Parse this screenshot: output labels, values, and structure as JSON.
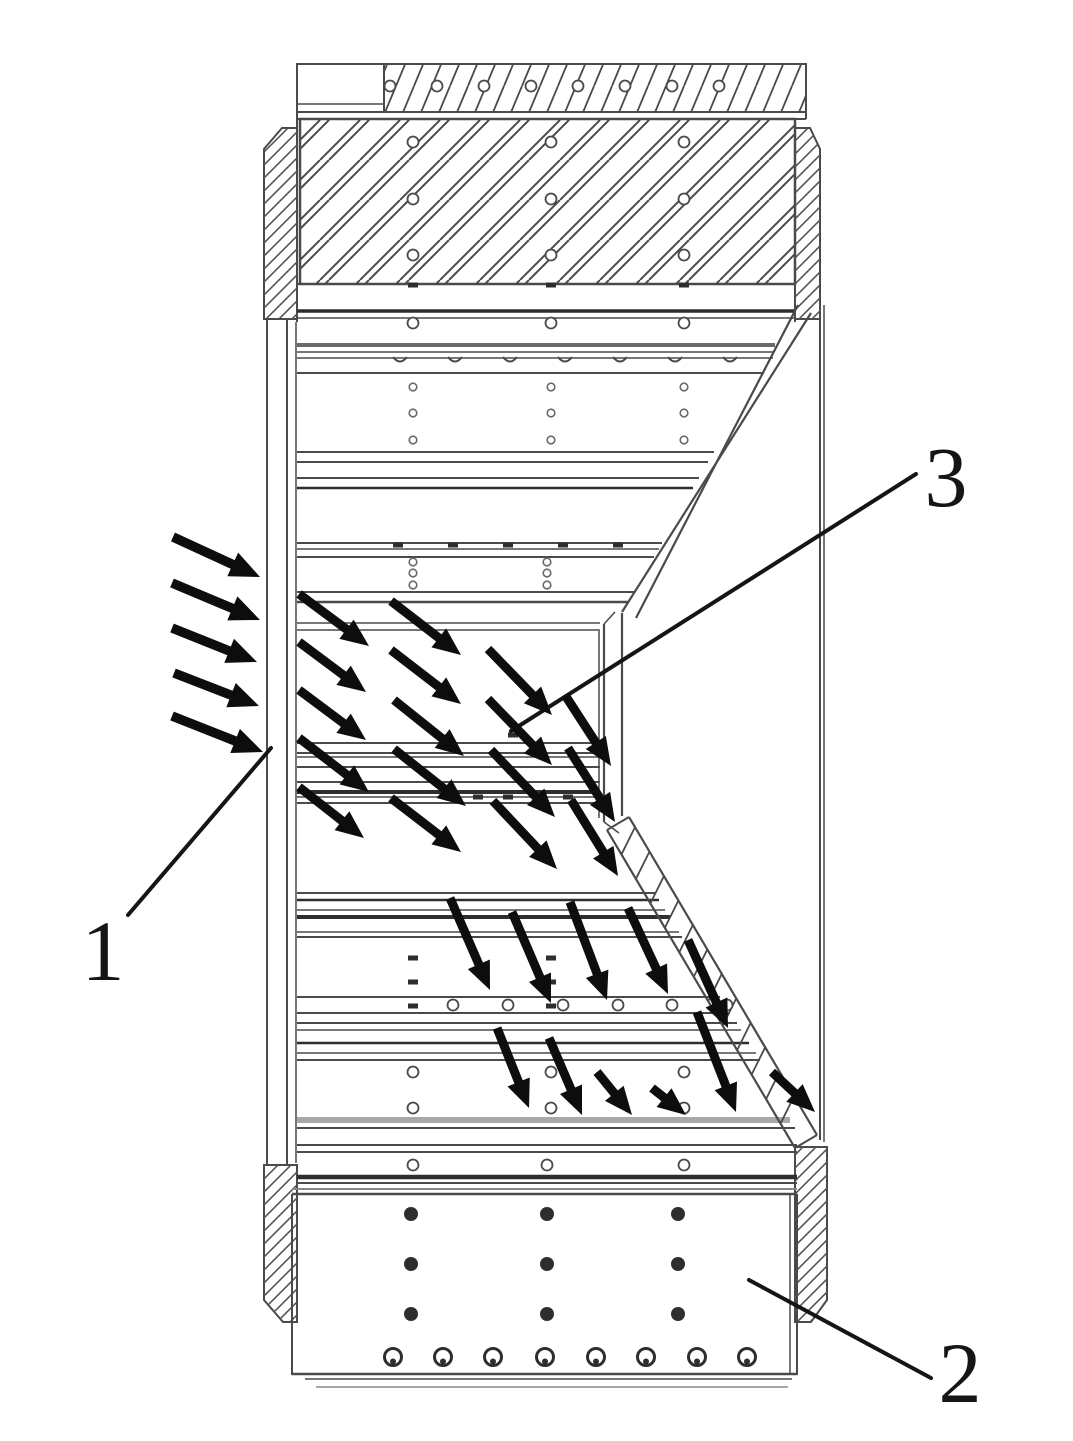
{
  "figure": {
    "kind": "engineering-cross-section-diagram",
    "colors": {
      "line": "#4a4a4a",
      "dark": "#2e2e2e",
      "gray": "#a8a8a8",
      "mid": "#6a6a6a",
      "arrow": "#0d0d0d",
      "label": "#151515",
      "bg": "#ffffff"
    },
    "labels": [
      {
        "text": "1"
      },
      {
        "text": "2"
      },
      {
        "text": "3"
      }
    ],
    "louvers": [
      [
        284,
        795,
        2,
        "n"
      ],
      [
        311,
        795,
        3.5,
        "d"
      ],
      [
        318,
        795,
        1.5,
        "n"
      ],
      [
        345,
        775,
        4,
        "h"
      ],
      [
        352,
        774,
        1.5,
        "n"
      ],
      [
        358,
        773,
        1.5,
        "n"
      ],
      [
        373,
        764,
        2,
        "n"
      ],
      [
        452,
        714,
        2,
        "n"
      ],
      [
        462,
        708,
        2,
        "n"
      ],
      [
        478,
        699,
        2,
        "n"
      ],
      [
        488,
        693,
        2.5,
        "d"
      ],
      [
        543,
        662,
        2,
        "n"
      ],
      [
        549,
        659,
        1.5,
        "n"
      ],
      [
        557,
        654,
        2,
        "n"
      ],
      [
        592,
        634,
        2,
        "n"
      ],
      [
        602,
        628,
        2.5,
        "n"
      ],
      [
        623,
        600,
        1.5,
        "n"
      ],
      [
        630,
        600,
        1.5,
        "n"
      ],
      [
        743,
        600,
        2,
        "n"
      ],
      [
        753,
        600,
        2,
        "n"
      ],
      [
        757,
        600,
        1.5,
        "n"
      ],
      [
        767,
        600,
        2,
        "n"
      ],
      [
        782,
        600,
        2,
        "n"
      ],
      [
        792,
        600,
        4,
        "d"
      ],
      [
        797,
        600,
        1.5,
        "n"
      ],
      [
        803,
        600,
        2,
        "n"
      ],
      [
        893,
        655,
        2,
        "n"
      ],
      [
        900,
        659,
        2.5,
        "d"
      ],
      [
        910,
        665,
        1.5,
        "n"
      ],
      [
        917,
        670,
        4,
        "d"
      ],
      [
        932,
        679,
        1.5,
        "n"
      ],
      [
        937,
        682,
        2,
        "n"
      ],
      [
        997,
        720,
        2,
        "n"
      ],
      [
        1013,
        730,
        2,
        "n"
      ],
      [
        1023,
        737,
        2,
        "n"
      ],
      [
        1030,
        741,
        1.5,
        "n"
      ],
      [
        1043,
        749,
        2.5,
        "d"
      ],
      [
        1053,
        756,
        1.5,
        "n"
      ],
      [
        1060,
        760,
        2,
        "n"
      ],
      [
        1120,
        790,
        6,
        "g"
      ],
      [
        1128,
        795,
        2,
        "n"
      ],
      [
        1145,
        797,
        2,
        "n"
      ],
      [
        1152,
        797,
        2,
        "n"
      ],
      [
        1177,
        797,
        4.5,
        "d"
      ],
      [
        1183,
        797,
        2,
        "n"
      ]
    ],
    "holes_open": [
      [
        390,
        86
      ],
      [
        437,
        86
      ],
      [
        484,
        86
      ],
      [
        531,
        86
      ],
      [
        578,
        86
      ],
      [
        625,
        86
      ],
      [
        672,
        86
      ],
      [
        719,
        86
      ],
      [
        413,
        142
      ],
      [
        551,
        142
      ],
      [
        684,
        142
      ],
      [
        413,
        199
      ],
      [
        551,
        199
      ],
      [
        684,
        199
      ],
      [
        413,
        255
      ],
      [
        551,
        255
      ],
      [
        684,
        255
      ],
      [
        413,
        323
      ],
      [
        551,
        323
      ],
      [
        684,
        323
      ],
      [
        453,
        1005
      ],
      [
        508,
        1005
      ],
      [
        563,
        1005
      ],
      [
        618,
        1005
      ],
      [
        672,
        1005
      ],
      [
        727,
        1005
      ],
      [
        413,
        1072
      ],
      [
        551,
        1072
      ],
      [
        684,
        1072
      ],
      [
        413,
        1108
      ],
      [
        551,
        1108
      ],
      [
        684,
        1108
      ],
      [
        413,
        1165
      ],
      [
        547,
        1165
      ],
      [
        684,
        1165
      ]
    ],
    "holes_small": [
      [
        413,
        387
      ],
      [
        551,
        387
      ],
      [
        684,
        387
      ],
      [
        413,
        413
      ],
      [
        551,
        413
      ],
      [
        684,
        413
      ],
      [
        413,
        440
      ],
      [
        551,
        440
      ],
      [
        684,
        440
      ],
      [
        413,
        562
      ],
      [
        547,
        562
      ],
      [
        413,
        573
      ],
      [
        547,
        573
      ],
      [
        413,
        585
      ],
      [
        547,
        585
      ]
    ],
    "ticks": [
      [
        413,
        285
      ],
      [
        551,
        285
      ],
      [
        684,
        285
      ],
      [
        398,
        545
      ],
      [
        453,
        545
      ],
      [
        508,
        545
      ],
      [
        563,
        545
      ],
      [
        618,
        545
      ],
      [
        448,
        797
      ],
      [
        478,
        797
      ],
      [
        508,
        797
      ],
      [
        538,
        797
      ],
      [
        568,
        797
      ],
      [
        513,
        735
      ],
      [
        413,
        958
      ],
      [
        551,
        958
      ],
      [
        413,
        982
      ],
      [
        551,
        982
      ],
      [
        413,
        1006
      ],
      [
        551,
        1006
      ]
    ],
    "hooks": [
      [
        400,
        357
      ],
      [
        455,
        357
      ],
      [
        510,
        357
      ],
      [
        565,
        357
      ],
      [
        620,
        357
      ],
      [
        675,
        357
      ],
      [
        730,
        357
      ]
    ],
    "panel_holes": [
      [
        411,
        1214
      ],
      [
        547,
        1214
      ],
      [
        678,
        1214
      ],
      [
        411,
        1264
      ],
      [
        547,
        1264
      ],
      [
        678,
        1264
      ],
      [
        411,
        1314
      ],
      [
        547,
        1314
      ],
      [
        678,
        1314
      ]
    ],
    "panel_rings": [
      [
        393,
        1357
      ],
      [
        443,
        1357
      ],
      [
        493,
        1357
      ],
      [
        545,
        1357
      ],
      [
        596,
        1357
      ],
      [
        646,
        1357
      ],
      [
        697,
        1357
      ],
      [
        747,
        1357
      ]
    ],
    "ladder": {
      "e1": [
        607,
        830,
        795,
        1148
      ],
      "e2": [
        629,
        817,
        817,
        1135
      ],
      "rungs": 13
    },
    "outside_arrows": [
      [
        173,
        537,
        260,
        577
      ],
      [
        172,
        583,
        260,
        620
      ],
      [
        172,
        628,
        257,
        662
      ],
      [
        174,
        673,
        259,
        706
      ],
      [
        172,
        716,
        263,
        752
      ]
    ],
    "inside_arrows": [
      [
        299,
        594,
        369,
        646
      ],
      [
        299,
        642,
        366,
        692
      ],
      [
        299,
        690,
        366,
        740
      ],
      [
        299,
        738,
        369,
        792
      ],
      [
        299,
        787,
        364,
        838
      ],
      [
        391,
        601,
        461,
        655
      ],
      [
        391,
        650,
        461,
        704
      ],
      [
        394,
        700,
        464,
        756
      ],
      [
        394,
        749,
        466,
        806
      ],
      [
        391,
        798,
        461,
        852
      ],
      [
        488,
        649,
        552,
        715
      ],
      [
        488,
        699,
        552,
        765
      ],
      [
        491,
        750,
        555,
        817
      ],
      [
        493,
        801,
        557,
        869
      ],
      [
        565,
        695,
        611,
        766
      ],
      [
        568,
        748,
        615,
        822
      ],
      [
        571,
        800,
        618,
        876
      ],
      [
        450,
        898,
        490,
        990
      ],
      [
        512,
        912,
        551,
        1003
      ],
      [
        570,
        902,
        607,
        1000
      ],
      [
        628,
        908,
        668,
        994
      ],
      [
        688,
        940,
        728,
        1028
      ],
      [
        497,
        1028,
        529,
        1108
      ],
      [
        549,
        1038,
        582,
        1115
      ],
      [
        597,
        1072,
        632,
        1115
      ],
      [
        652,
        1088,
        686,
        1115
      ],
      [
        697,
        1012,
        736,
        1112
      ],
      [
        772,
        1072,
        815,
        1112
      ]
    ]
  }
}
